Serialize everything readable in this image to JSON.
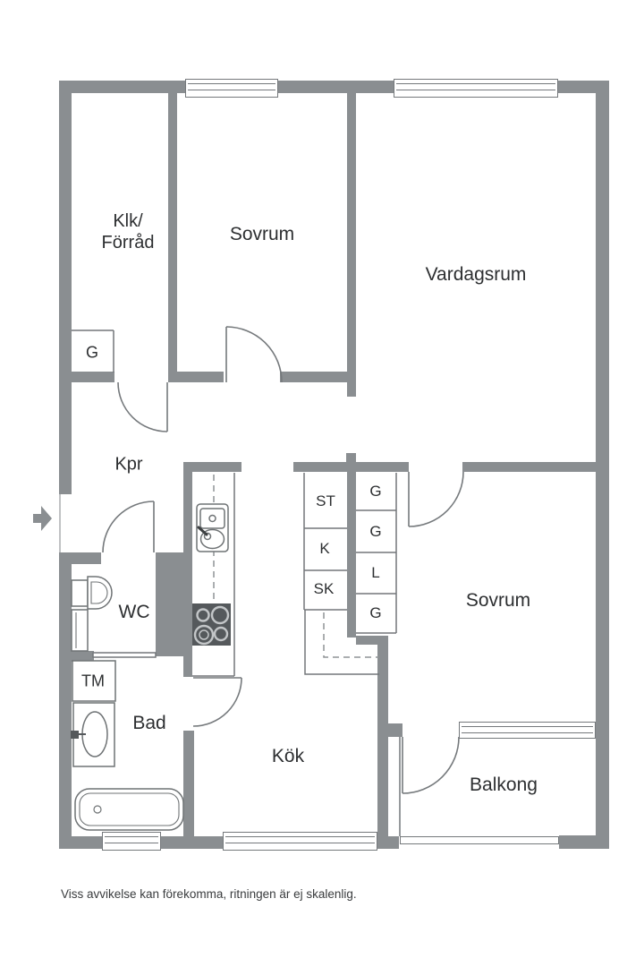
{
  "caption": "Viss avvikelse kan förekomma, ritningen är ej skalenlig.",
  "rooms": {
    "klk_line1": "Klk/",
    "klk_line2": "Förråd",
    "sovrum_top": "Sovrum",
    "vardagsrum": "Vardagsrum",
    "kpr": "Kpr",
    "wc": "WC",
    "bad": "Bad",
    "kok": "Kök",
    "sovrum_right": "Sovrum",
    "balkong": "Balkong"
  },
  "closets": {
    "hall_g": "G",
    "st": "ST",
    "k": "K",
    "sk": "SK",
    "g1": "G",
    "g2": "G",
    "l": "L",
    "g3": "G"
  },
  "appliances": {
    "tm": "TM"
  },
  "icons": {
    "entrance": "entry-arrow-right",
    "stove": "four-burner-stove",
    "sink": "kitchen-sink",
    "toilet": "toilet",
    "washbasin": "washbasin",
    "bathtub": "bathtub",
    "window": "window-panel"
  },
  "colors": {
    "wall": "#8a8e91",
    "line": "#73777a",
    "text": "#2d2f31",
    "stove": "#55595c",
    "background": "#ffffff"
  }
}
